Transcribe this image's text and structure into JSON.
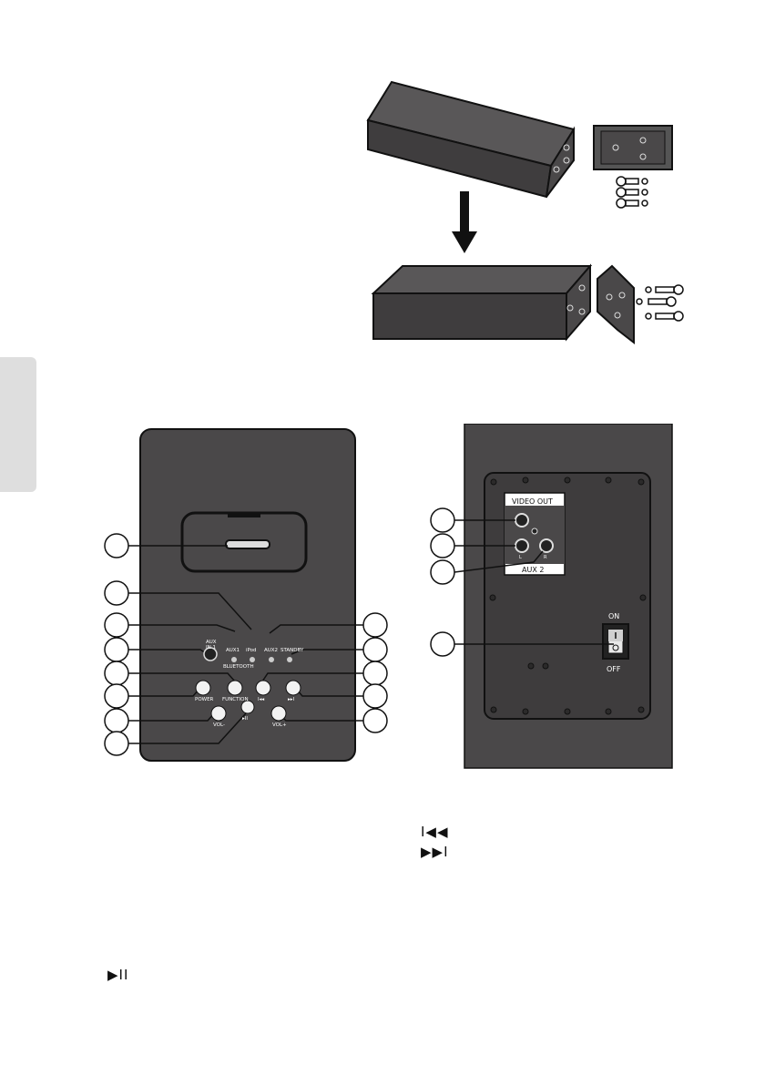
{
  "diagram_top": {
    "caption_label": ""
  },
  "front_panel": {
    "labels": {
      "aux_in": "AUX\nIN 1",
      "aux1": "AUX1",
      "ipod": "iPod",
      "bluetooth": "BLUETOOTH",
      "aux2": "AUX2",
      "standby": "STANDBY",
      "power": "POWER",
      "function": "FUNCTION",
      "prev": "I◂◂",
      "next": "▸▸I",
      "vol_minus": "VOL-",
      "play_pause": "▸II",
      "vol_plus": "VOL+"
    }
  },
  "back_panel": {
    "labels": {
      "video_out": "VIDEO OUT",
      "left": "L",
      "right": "R",
      "aux2": "AUX 2",
      "on": "ON",
      "off": "OFF"
    }
  },
  "legend_symbols": {
    "prev": "I◀◀",
    "next": "▶▶I",
    "play_pause": "▶II"
  },
  "colors": {
    "panel": "#4a4849",
    "panel_dark": "#3e3c3d",
    "outline": "#111111",
    "tab": "#dedede"
  }
}
